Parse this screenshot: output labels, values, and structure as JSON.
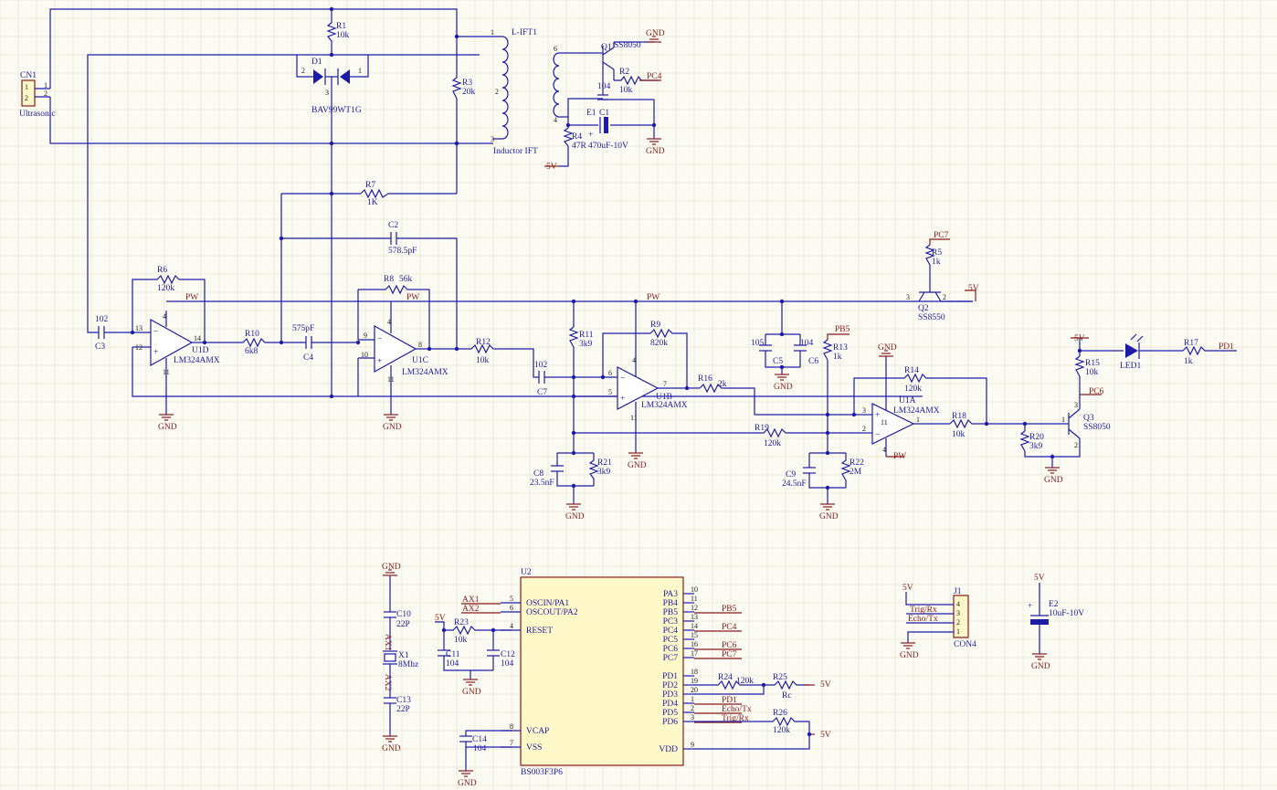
{
  "schematic": {
    "connector": {
      "ref": "CN1",
      "value": "Ultrasonic",
      "pins": [
        "1",
        "2"
      ]
    },
    "resistors": {
      "R1": {
        "ref": "R1",
        "value": "10k"
      },
      "R2": {
        "ref": "R2",
        "value": "10k"
      },
      "R3": {
        "ref": "R3",
        "value": "20k"
      },
      "R4": {
        "ref": "R4",
        "value": "47R"
      },
      "R5": {
        "ref": "R5",
        "value": "1k"
      },
      "R6": {
        "ref": "R6",
        "value": "120k"
      },
      "R7": {
        "ref": "R7",
        "value": "1K"
      },
      "R8": {
        "ref": "R8",
        "value": "56k"
      },
      "R9": {
        "ref": "R9",
        "value": "820k"
      },
      "R10": {
        "ref": "R10",
        "value": "6k8"
      },
      "R11": {
        "ref": "R11",
        "value": "3k9"
      },
      "R12": {
        "ref": "R12",
        "value": "10k"
      },
      "R13": {
        "ref": "R13",
        "value": "1k"
      },
      "R14": {
        "ref": "R14",
        "value": "120k"
      },
      "R15": {
        "ref": "R15",
        "value": "10k"
      },
      "R16": {
        "ref": "R16",
        "value": "2k"
      },
      "R17": {
        "ref": "R17",
        "value": "1k"
      },
      "R18": {
        "ref": "R18",
        "value": "10k"
      },
      "R19": {
        "ref": "R19",
        "value": "120k"
      },
      "R20": {
        "ref": "R20",
        "value": "3k9"
      },
      "R21": {
        "ref": "R21",
        "value": "3k9"
      },
      "R22": {
        "ref": "R22",
        "value": "2M"
      },
      "R23": {
        "ref": "R23",
        "value": "10k"
      },
      "R24": {
        "ref": "R24",
        "value": "120k"
      },
      "R25": {
        "ref": "R25",
        "value": "Rc"
      },
      "R26": {
        "ref": "R26",
        "value": "120k"
      }
    },
    "capacitors": {
      "C1": {
        "ref": "C1",
        "value": "104"
      },
      "E1": {
        "ref": "E1",
        "value": "470uF-10V"
      },
      "C2": {
        "ref": "C2",
        "value": "578.5pF"
      },
      "C3": {
        "ref": "C3",
        "value": "102"
      },
      "C4": {
        "ref": "C4",
        "value": "575pF"
      },
      "C5": {
        "ref": "C5",
        "value": "105"
      },
      "C6": {
        "ref": "C6",
        "value": "104"
      },
      "C7": {
        "ref": "C7",
        "value": "102"
      },
      "C8": {
        "ref": "C8",
        "value": "23.5nF"
      },
      "C9": {
        "ref": "C9",
        "value": "24.5nF"
      },
      "C10": {
        "ref": "C10",
        "value": "22P"
      },
      "C11": {
        "ref": "C11",
        "value": "104"
      },
      "C12": {
        "ref": "C12",
        "value": "104"
      },
      "C13": {
        "ref": "C13",
        "value": "22P"
      },
      "C14": {
        "ref": "C14",
        "value": "104"
      },
      "E2": {
        "ref": "E2",
        "value": "10uF-10V"
      }
    },
    "diode": {
      "ref": "D1",
      "value": "BAV99WT1G",
      "pins": [
        "2",
        "1",
        "3"
      ]
    },
    "inductor": {
      "ref": "L-IFT1",
      "value": "Inductor IFT",
      "pins": [
        "1",
        "2",
        "3",
        "6",
        "4"
      ]
    },
    "transistors": {
      "Q1": {
        "ref": "Q1",
        "value": "SS8050"
      },
      "Q2": {
        "ref": "Q2",
        "value": "SS8550"
      },
      "Q3": {
        "ref": "Q3",
        "value": "SS8050"
      }
    },
    "opamps": {
      "U1A": {
        "ref": "U1A",
        "value": "LM324AMX"
      },
      "U1B": {
        "ref": "U1B",
        "value": "LM324AMX"
      },
      "U1C": {
        "ref": "U1C",
        "value": "LM324AMX"
      },
      "U1D": {
        "ref": "U1D",
        "value": "LM324AMX"
      }
    },
    "led": {
      "ref": "LED1"
    },
    "crystal": {
      "ref": "X1",
      "value": "8Mhz"
    },
    "header": {
      "ref": "J1",
      "value": "CON4",
      "pins": [
        "4",
        "3",
        "2",
        "1"
      ],
      "nets": [
        "Trig/Rx",
        "Echo/Tx"
      ]
    },
    "nets": {
      "gnd": "GND",
      "v5": "5V",
      "pw": "PW",
      "pc7": "PC7",
      "pc4": "PC4",
      "pb5": "PB5",
      "pc6": "PC6",
      "pd1": "PD1",
      "ax1": "AX1",
      "ax2": "AX2",
      "echo": "Echo/Tx",
      "trig": "Trig/Rx"
    },
    "mcu": {
      "ref": "U2",
      "value": "BS003F3P6",
      "left_pins": [
        {
          "num": "5",
          "name": "OSCIN/PA1",
          "net": "AX1"
        },
        {
          "num": "6",
          "name": "OSCOUT/PA2",
          "net": "AX2"
        },
        {
          "num": "4",
          "name": "RESET",
          "net": ""
        },
        {
          "num": "8",
          "name": "VCAP",
          "net": ""
        },
        {
          "num": "7",
          "name": "VSS",
          "net": ""
        }
      ],
      "right_pins": [
        {
          "num": "10",
          "name": "PA3",
          "net": ""
        },
        {
          "num": "11",
          "name": "PB4",
          "net": ""
        },
        {
          "num": "12",
          "name": "PB5",
          "net": "PB5"
        },
        {
          "num": "13",
          "name": "PC3",
          "net": ""
        },
        {
          "num": "14",
          "name": "PC4",
          "net": "PC4"
        },
        {
          "num": "15",
          "name": "PC5",
          "net": ""
        },
        {
          "num": "16",
          "name": "PC6",
          "net": "PC6"
        },
        {
          "num": "17",
          "name": "PC7",
          "net": "PC7"
        },
        {
          "num": "18",
          "name": "PD1",
          "net": ""
        },
        {
          "num": "19",
          "name": "PD2",
          "net": ""
        },
        {
          "num": "20",
          "name": "PD3",
          "net": ""
        },
        {
          "num": "1",
          "name": "PD4",
          "net": "PD1"
        },
        {
          "num": "2",
          "name": "PD5",
          "net": "Echo/Tx"
        },
        {
          "num": "3",
          "name": "PD6",
          "net": "Trig/Rx"
        },
        {
          "num": "9",
          "name": "VDD",
          "net": ""
        }
      ]
    }
  }
}
